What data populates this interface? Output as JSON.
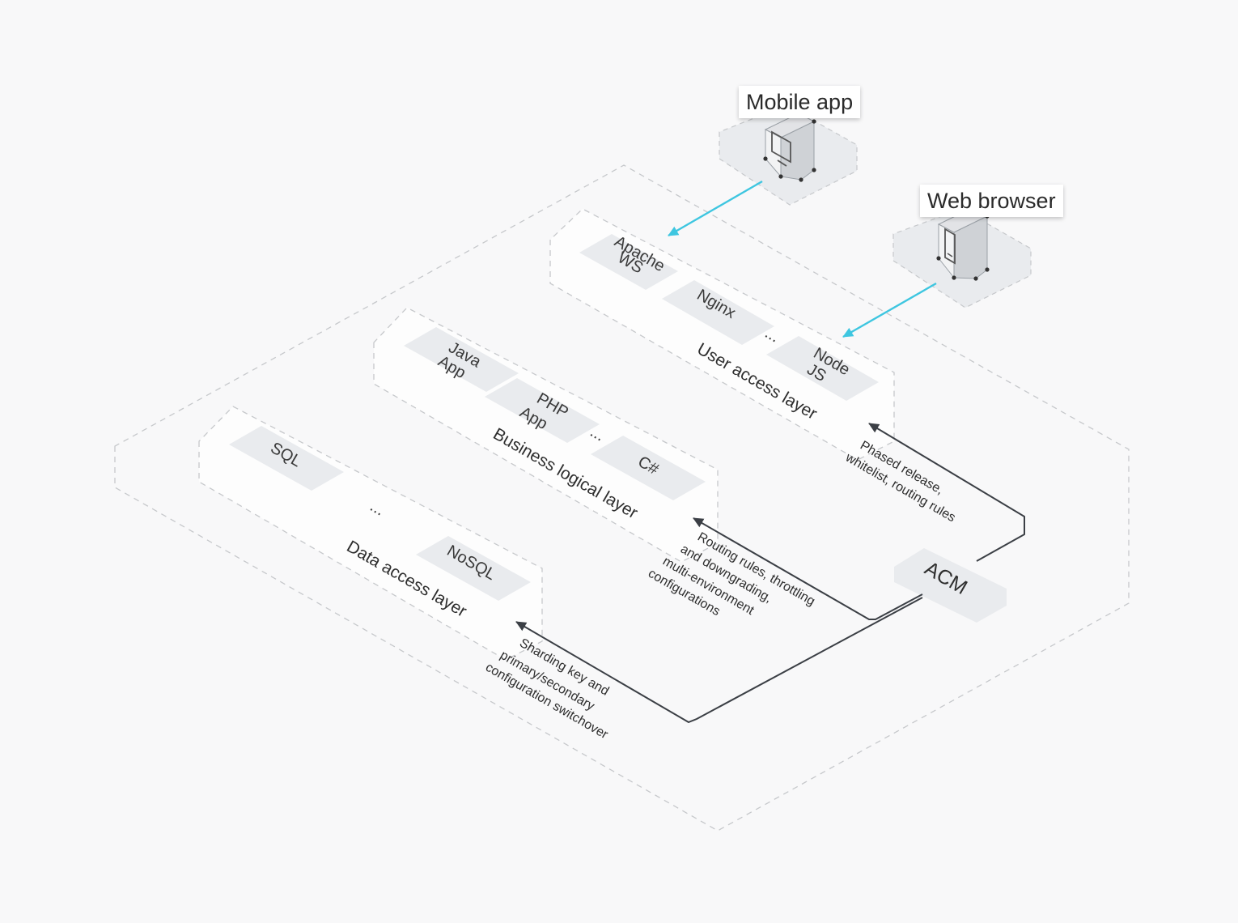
{
  "clients": {
    "mobile_app": "Mobile app",
    "web_browser": "Web browser"
  },
  "user_layer": {
    "title": "User access layer",
    "apache": [
      "Apache",
      "WS"
    ],
    "nginx": "Nginx",
    "ellipsis": "...",
    "node": [
      "Node",
      "JS"
    ]
  },
  "business_layer": {
    "title": "Business logical layer",
    "java": [
      "Java",
      "App"
    ],
    "php": [
      "PHP",
      "App"
    ],
    "ellipsis": "...",
    "csharp": "C#"
  },
  "data_layer": {
    "title": "Data access layer",
    "sql": "SQL",
    "ellipsis": "...",
    "nosql": "NoSQL"
  },
  "acm": {
    "label": "ACM",
    "note_user": [
      "Phased release,",
      "whitelist, routing rules"
    ],
    "note_business": [
      "Routing rules, throttling",
      "and downgrading,",
      "multi-environment",
      "configurations"
    ],
    "note_data": [
      "Sharding key and",
      "primary/secondary",
      "configuration switchover"
    ]
  },
  "colors": {
    "client_arrow": "#3ec6e0",
    "config_arrow": "#3b3f45",
    "tile": "#e9ebee",
    "dashed_outline": "#c6c8cb"
  }
}
